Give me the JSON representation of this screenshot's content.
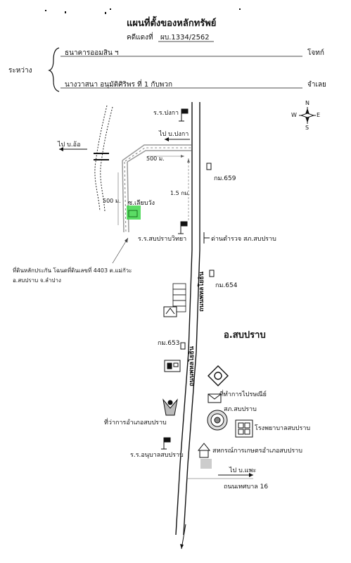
{
  "header": {
    "title": "แผนที่ตั้งของหลักทรัพย์",
    "case_label": "คดีแดงที่",
    "case_number": "ผบ.1334/2562",
    "between_label": "ระหว่าง",
    "plaintiff": "ธนาคารออมสิน ฯ",
    "plaintiff_role": "โจทก์",
    "defendant": "นางวาสนา อนุมัติศิริพร ที่ 1 กับพวก",
    "defendant_role": "จำเลย"
  },
  "map": {
    "compass": {
      "n": "N",
      "s": "S",
      "e": "E",
      "w": "W"
    },
    "labels": {
      "school_pongka": "ร.ร.ปงกา",
      "to_ban_pongka": "ไป บ.ปงกา",
      "to_ban_on": "ไป บ.อ้อ",
      "dist_500m_top": "500 ม.",
      "dist_500m_left": "500 ม.",
      "dist_1_5km": "1.5 กม.",
      "km_659": "กม.659",
      "soi_name": "ซ.เลียบวัง",
      "school_sopprap_witthaya": "ร.ร.สบปราบวิทยา",
      "police_checkpoint": "ด่านตำรวจ สภ.สบปราบ",
      "property_note_1": "ที่ดินหลักประกัน โฉนดที่ดินเลขที่ 4403 ต.แม่กัวะ",
      "property_note_2": "อ.สบปราบ จ.ลำปาง",
      "km_654": "กม.654",
      "highway_name": "ถนนพหลโยธิน",
      "district_name": "อ.สบปราบ",
      "km_653": "กม.653",
      "post_office": "ที่ทำการไปรษณีย์",
      "police_station": "สภ.สบปราบ",
      "hospital": "โรงพยาบาลสบปราบ",
      "district_office": "ที่ว่าการอำเภอสบปราบ",
      "kindergarten": "ร.ร.อนุบาลสบปราบ",
      "agri_coop": "สหกรณ์การเกษตรอำเภอสบปราบ",
      "to_ban_phae": "ไป บ.แพะ",
      "municipal_road": "ถนนเทศบาล 16"
    },
    "colors": {
      "property": "#3ed64a",
      "ink": "#1a1a1a",
      "road_gray": "#9a9a9a"
    }
  }
}
